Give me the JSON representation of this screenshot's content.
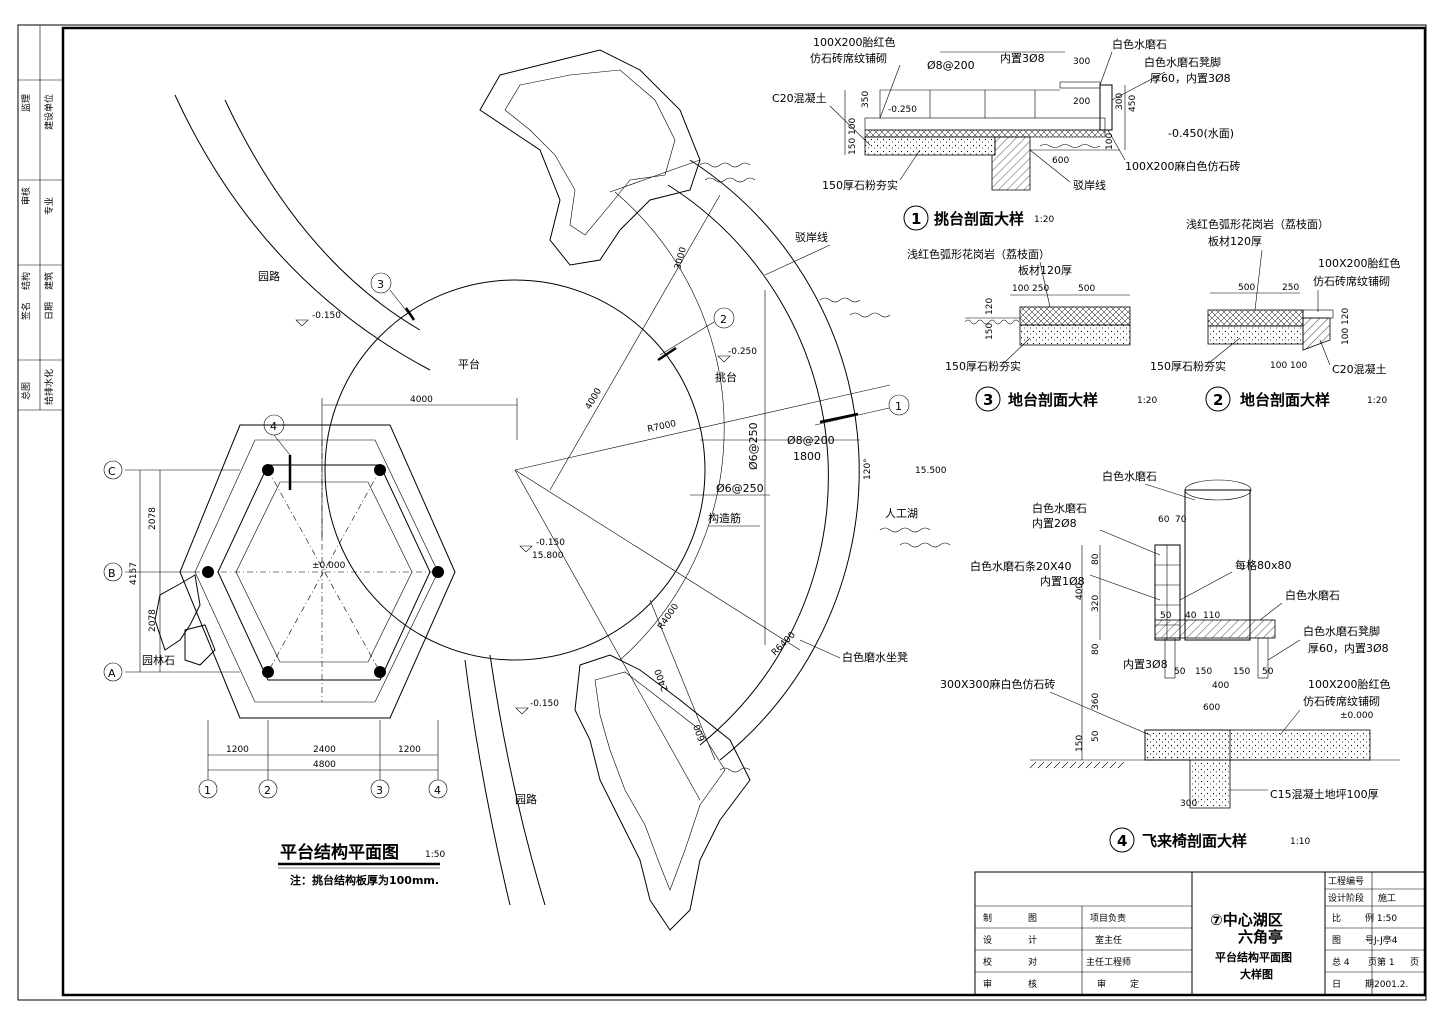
{
  "plan": {
    "title": "平台结构平面图",
    "scale": "1:50",
    "note": "注：挑台结构板厚为100mm.",
    "labels": {
      "platform": "平台",
      "cantilever": "挑台",
      "garden_path": "园路",
      "revetment": "驳岸线",
      "artificial_lake": "人工湖",
      "rockery": "园林石",
      "structural_rebar": "构造筋",
      "bench": "白色磨水坐凳",
      "rebar_1": "Ø8@200",
      "rebar_1b": "Ø6@250",
      "rebar_2": "Ø6@250",
      "elev_a": "-0.150",
      "elev_b": "-0.250",
      "elev_c": "-0.150",
      "elev_d": "15.800",
      "elev_e": "-0.150",
      "elev_f": "15.500",
      "elev_zero": "±0.000"
    },
    "dims": {
      "d4000": "4000",
      "d4000b": "4000",
      "r7000": "R7000",
      "r4000": "R4000",
      "r6400": "R6400",
      "d3000": "3000",
      "d2400": "2400",
      "d600": "600",
      "d1800": "1800",
      "ang120": "120°",
      "axis_dims": [
        "1200",
        "2400",
        "1200"
      ],
      "axis_total": "4800",
      "row_dims": [
        "2078",
        "2078"
      ],
      "row_total": "4157"
    },
    "axis_numbers": [
      "1",
      "2",
      "3",
      "4"
    ],
    "axis_letters": [
      "C",
      "B",
      "A"
    ],
    "section_markers": [
      "1",
      "2",
      "3",
      "4"
    ]
  },
  "detail1": {
    "title": "挑台剖面大样",
    "scale": "1:20",
    "num": "1",
    "labels": [
      "100X200胎红色",
      "仿石砖席纹铺砌",
      "Ø8@200",
      "内置3Ø8",
      "白色水磨石",
      "白色水磨石凳脚",
      "厚60，内置3Ø8",
      "C20混凝土",
      "-0.250",
      "-0.450(水面)",
      "100X200麻白色仿石砖",
      "150厚石粉夯实",
      "驳岸线"
    ],
    "dims": [
      "300",
      "200",
      "350",
      "100",
      "150",
      "300",
      "450",
      "100",
      "600"
    ]
  },
  "detail3": {
    "title": "地台剖面大样",
    "scale": "1:20",
    "num": "3",
    "labels": [
      "浅红色弧形花岗岩（荔枝面）",
      "板材120厚",
      "150厚石粉夯实"
    ],
    "dims": [
      "100",
      "250",
      "500",
      "120",
      "150"
    ]
  },
  "detail2": {
    "title": "地台剖面大样",
    "scale": "1:20",
    "num": "2",
    "labels": [
      "浅红色弧形花岗岩（荔枝面）",
      "板材120厚",
      "100X200胎红色",
      "仿石砖席纹铺砌",
      "150厚石粉夯实",
      "C20混凝土"
    ],
    "dims": [
      "500",
      "250",
      "120",
      "100",
      "100",
      "100"
    ]
  },
  "detail4": {
    "title": "飞来椅剖面大样",
    "scale": "1:10",
    "num": "4",
    "labels": [
      "白色水磨石",
      "白色水磨石",
      "内置2Ø8",
      "白色水磨石条20X40",
      "内置1Ø8",
      "每格80x80",
      "白色水磨石",
      "白色水磨石凳脚",
      "厚60，内置3Ø8",
      "内置3Ø8",
      "300X300麻白色仿石砖",
      "100X200胎红色",
      "仿石砖席纹铺砌",
      "±0.000",
      "C15混凝土地坪100厚"
    ],
    "dims": [
      "60",
      "70",
      "80",
      "320",
      "400",
      "50",
      "40",
      "110",
      "80",
      "50",
      "150",
      "150",
      "50",
      "400",
      "600",
      "360",
      "50",
      "150",
      "300"
    ]
  },
  "title_block": {
    "rows": [
      [
        "制",
        "图",
        "项目负责"
      ],
      [
        "设",
        "计",
        "室主任"
      ],
      [
        "校",
        "对",
        "主任工程师"
      ],
      [
        "审",
        "核",
        "审",
        "定"
      ]
    ],
    "project_line1": "⑦中心湖区",
    "project_line2": "六角亭",
    "project_line3": "平台结构平面图",
    "project_line4": "大样图",
    "right": [
      "工程编号",
      "设计阶段",
      "施工",
      "比",
      "例 1:50",
      "图",
      "号J-J亭4",
      "总 4",
      "页第 1",
      "页",
      "日",
      "期2001.2."
    ]
  },
  "left_strip": [
    "监理",
    "建设单位",
    "审核",
    "专业",
    "结构",
    "建筑",
    "签名",
    "日期",
    "总图",
    "给排水化"
  ]
}
